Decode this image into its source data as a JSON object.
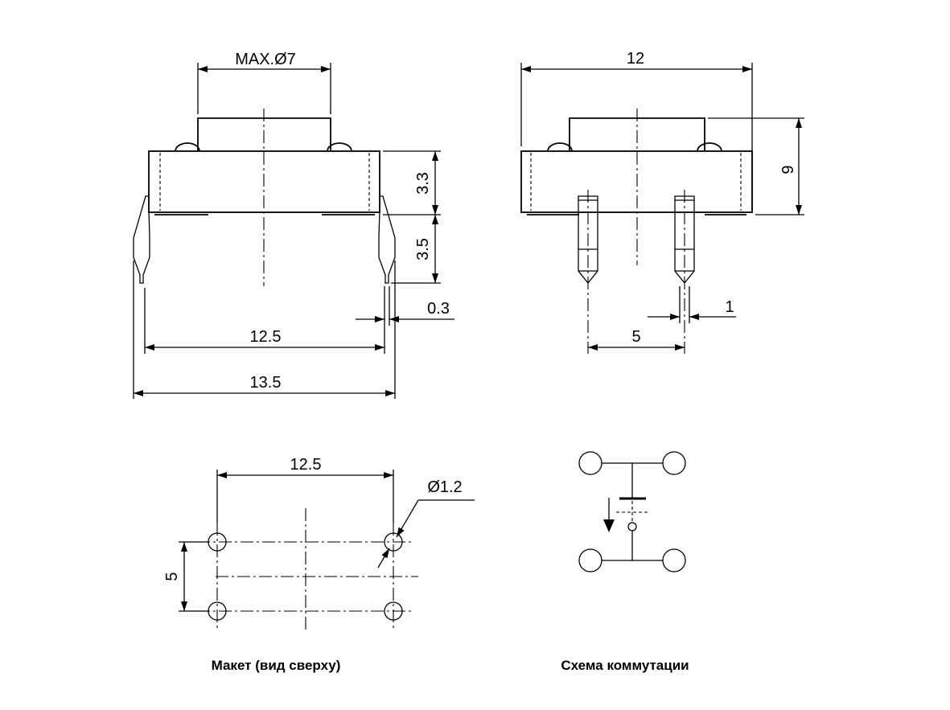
{
  "front_view": {
    "dim_max_diameter": "MAX.Ø7",
    "dim_body_height": "3.3",
    "dim_lead_height": "3.5",
    "dim_lead_thickness": "0.3",
    "dim_inner_span": "12.5",
    "dim_outer_span": "13.5"
  },
  "side_view": {
    "dim_width": "12",
    "dim_height": "9",
    "dim_pin_width": "1",
    "dim_pin_pitch": "5"
  },
  "footprint": {
    "dim_horizontal": "12.5",
    "dim_hole": "Ø1.2",
    "dim_vertical": "5",
    "caption": "Макет (вид сверху)"
  },
  "schematic": {
    "caption": "Схема коммутации"
  }
}
